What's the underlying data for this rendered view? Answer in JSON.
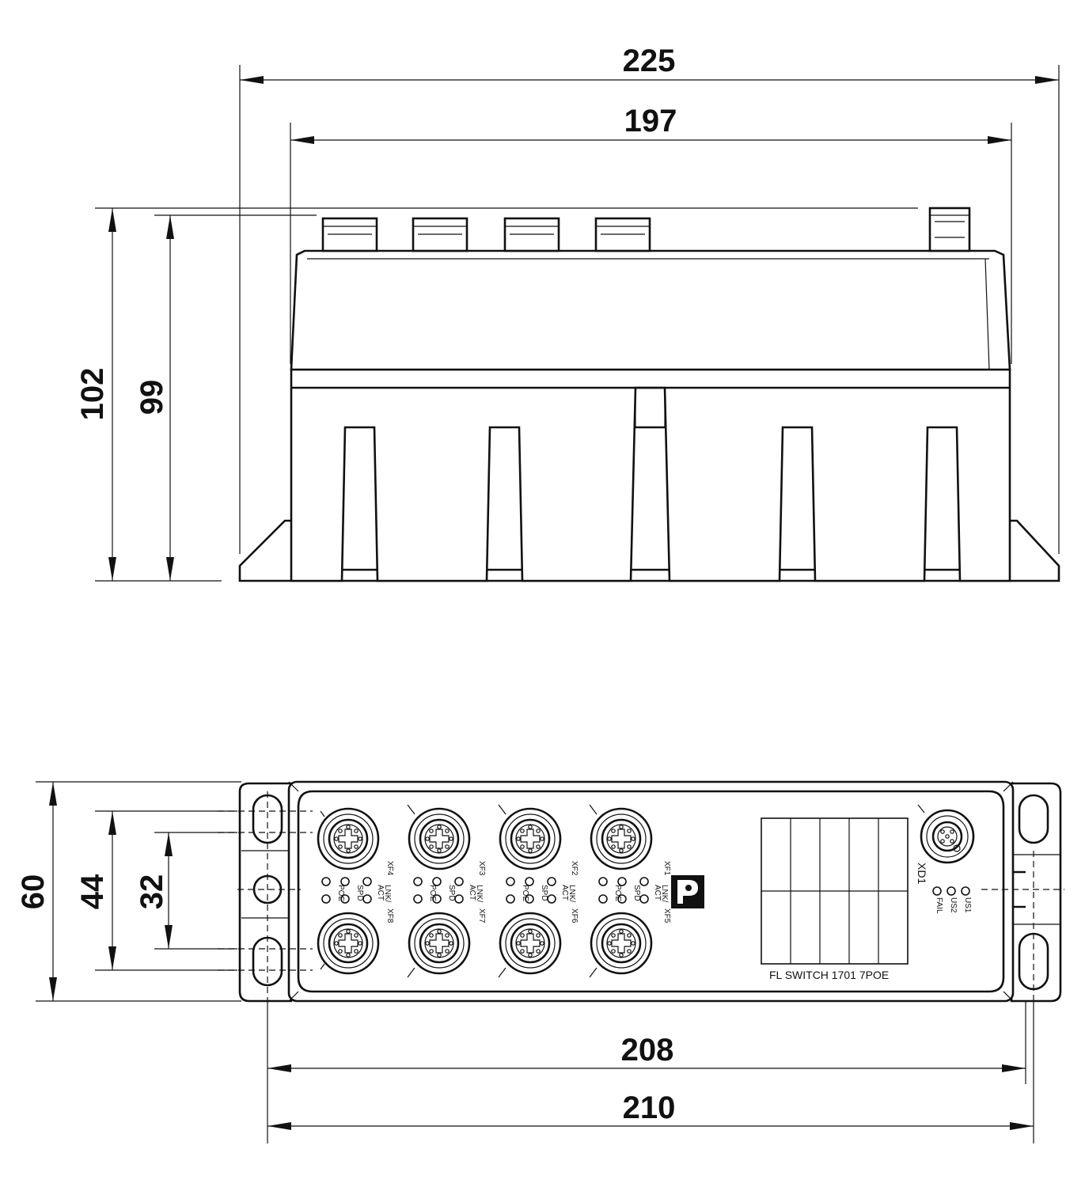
{
  "dimensions": {
    "overall_width": "225",
    "housing_width": "197",
    "overall_height": "102",
    "housing_height": "99",
    "depth": "60",
    "hole_spacing_outer": "44",
    "hole_spacing_inner": "32",
    "hole_pitch": "208",
    "base_length": "210"
  },
  "device": {
    "model_label": "FL SWITCH 1701 7POE",
    "power_port": "XD1",
    "status_leds": [
      "US1",
      "US2",
      "FAIL"
    ],
    "ports_top": [
      "XF4",
      "XF3",
      "XF2",
      "XF1"
    ],
    "ports_bottom": [
      "XF8",
      "XF7",
      "XF6",
      "XF5"
    ],
    "led_labels": {
      "lnk": "LNK/",
      "act": "ACT",
      "spd": "SPD",
      "poe": "POE"
    }
  },
  "icons": {
    "logo": "phoenix-contact-logo-icon"
  }
}
